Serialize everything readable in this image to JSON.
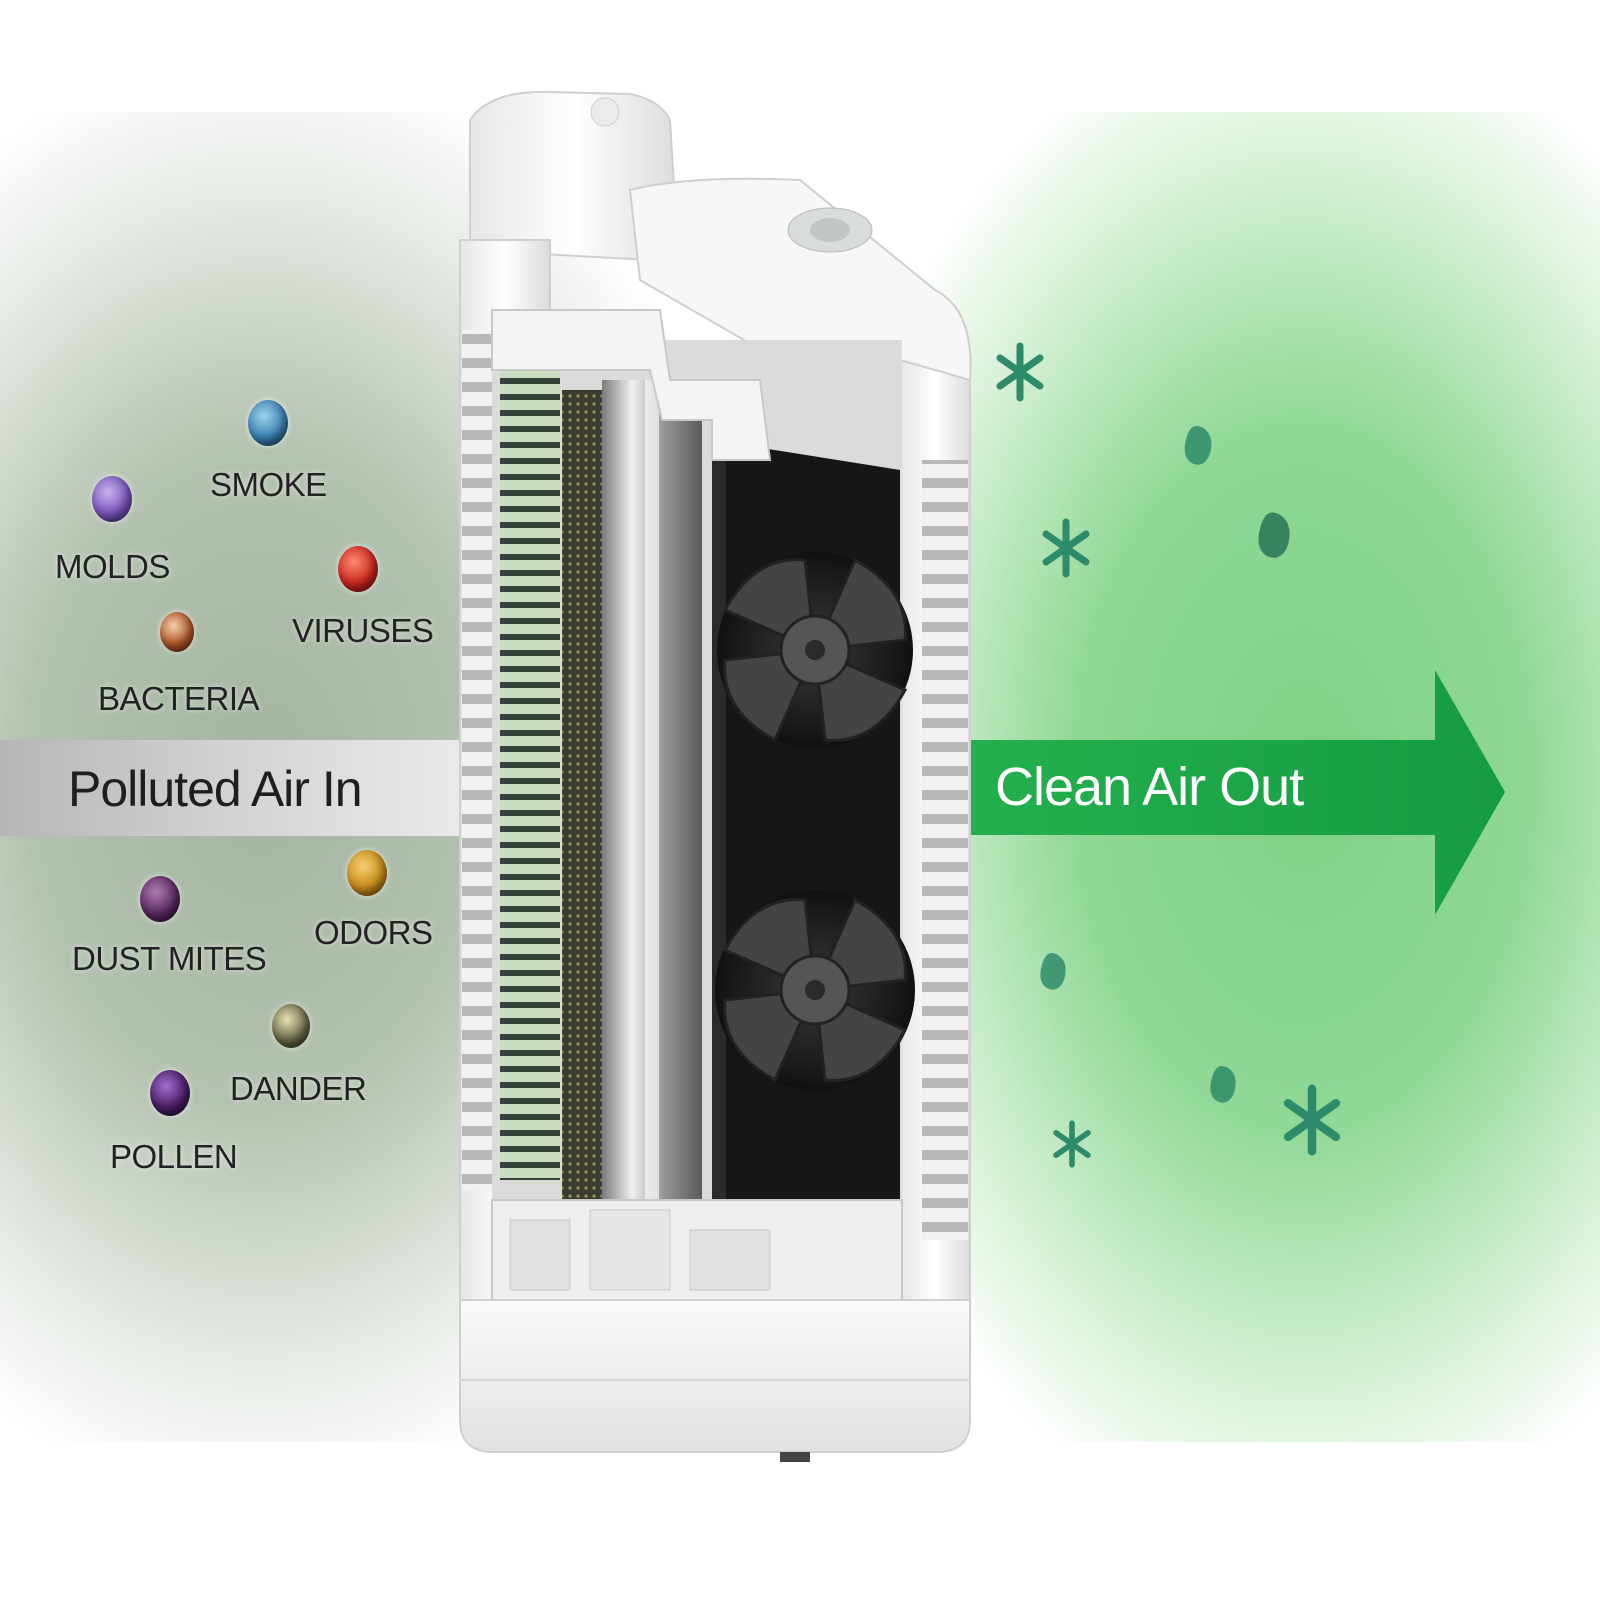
{
  "colors": {
    "clean_green": "#1fa64a",
    "background_green": "#8fd895",
    "background_grey": "#b4c2b0",
    "particle_green": "#2e8b6a"
  },
  "pollutants": [
    {
      "label": "SMOKE",
      "color": "#3a7fb0",
      "icon": "smoke-particle-icon"
    },
    {
      "label": "MOLDS",
      "color": "#7a55b8",
      "icon": "mold-particle-icon"
    },
    {
      "label": "VIRUSES",
      "color": "#c8281e",
      "icon": "virus-particle-icon"
    },
    {
      "label": "BACTERIA",
      "color": "#b0552a",
      "icon": "bacteria-particle-icon"
    },
    {
      "label": "ODORS",
      "color": "#c88a1a",
      "icon": "odor-particle-icon"
    },
    {
      "label": "DUST MITES",
      "color": "#5a2a5e",
      "icon": "dust-mite-particle-icon"
    },
    {
      "label": "DANDER",
      "color": "#6a6a4a",
      "icon": "dander-particle-icon"
    },
    {
      "label": "POLLEN",
      "color": "#4a1e66",
      "icon": "pollen-particle-icon"
    }
  ],
  "intake": {
    "label": "Polluted Air In"
  },
  "output": {
    "label": "Clean Air Out"
  }
}
